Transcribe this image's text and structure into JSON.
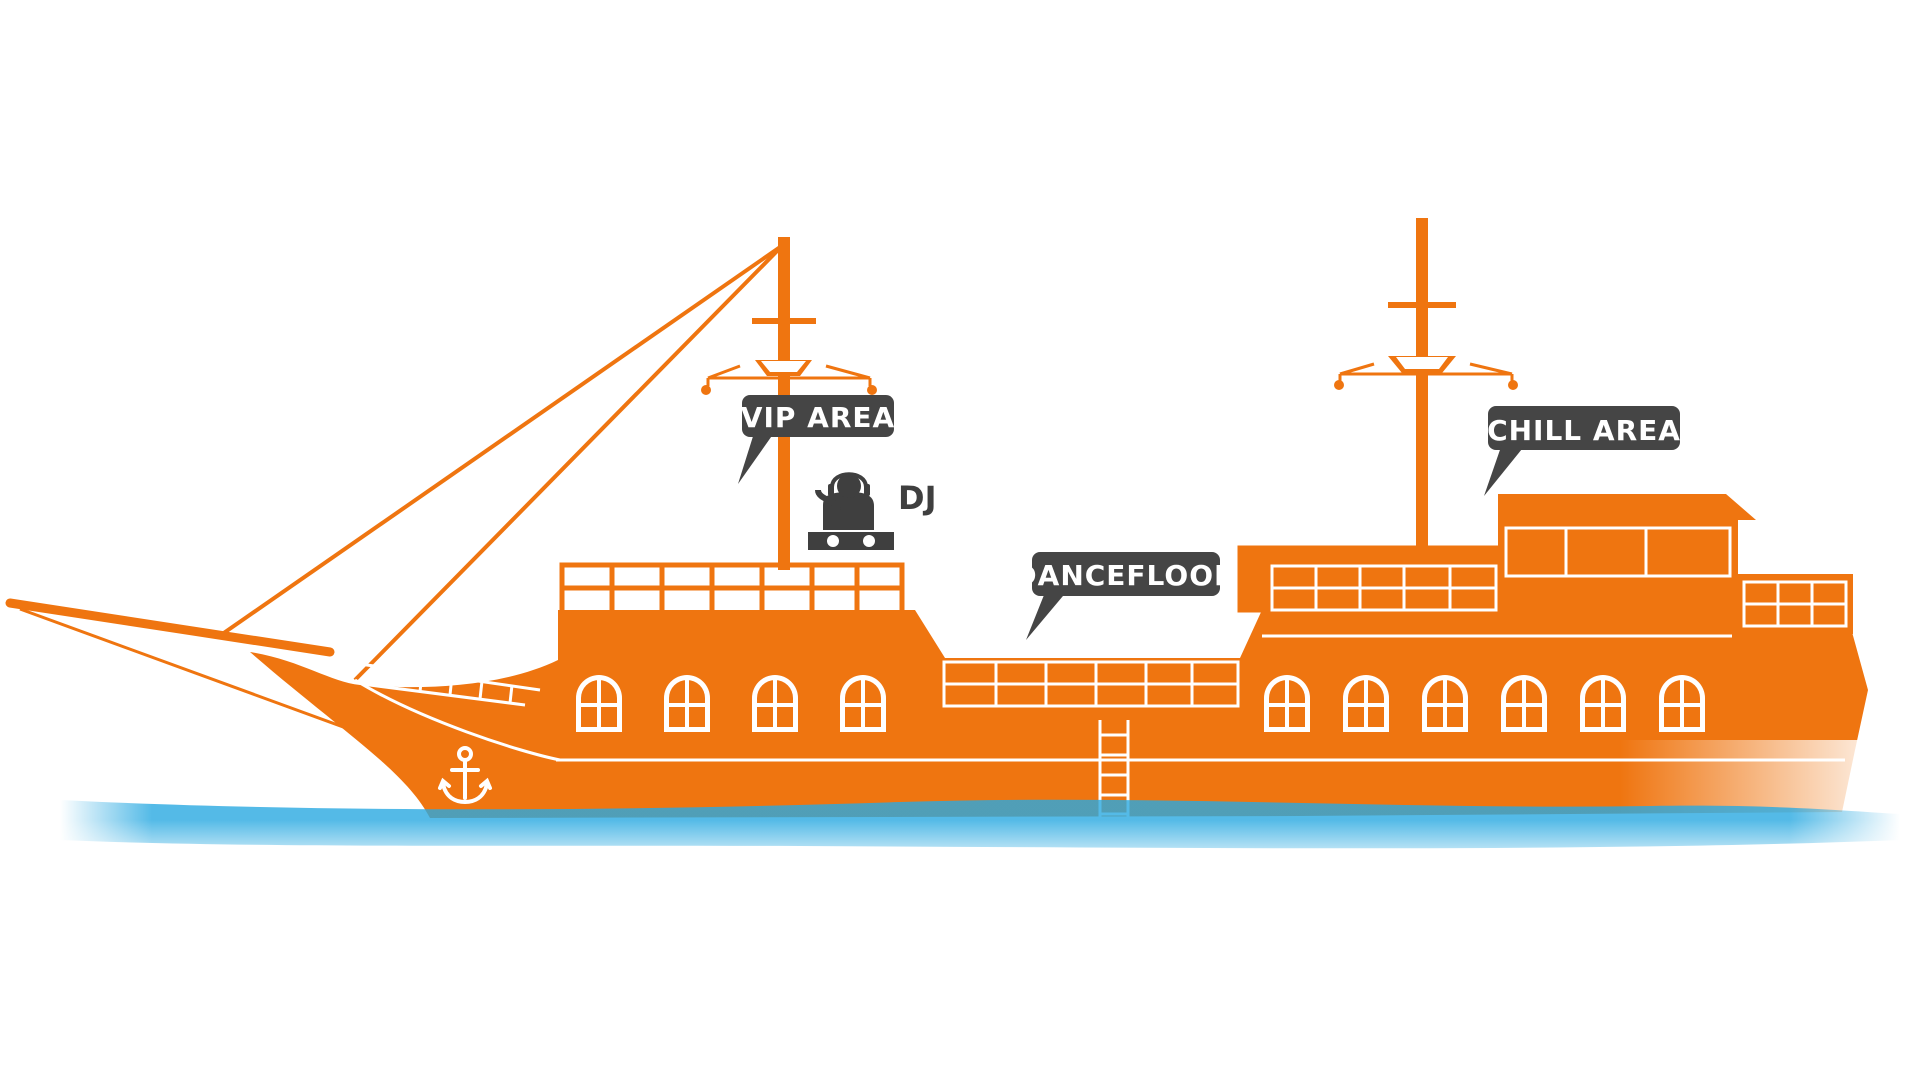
{
  "labels": {
    "vip_area": "VIP AREA",
    "dj": "DJ",
    "dancefloor": "DANCEFLOOR",
    "chill_area": "CHILL AREA"
  },
  "colors": {
    "hull": "#ef7510",
    "water": "#29a9e1",
    "label_bg": "#454545",
    "label_text": "#ffffff",
    "detail": "#ffffff"
  },
  "icons": [
    "dj-icon",
    "anchor-icon",
    "ladder-icon"
  ]
}
